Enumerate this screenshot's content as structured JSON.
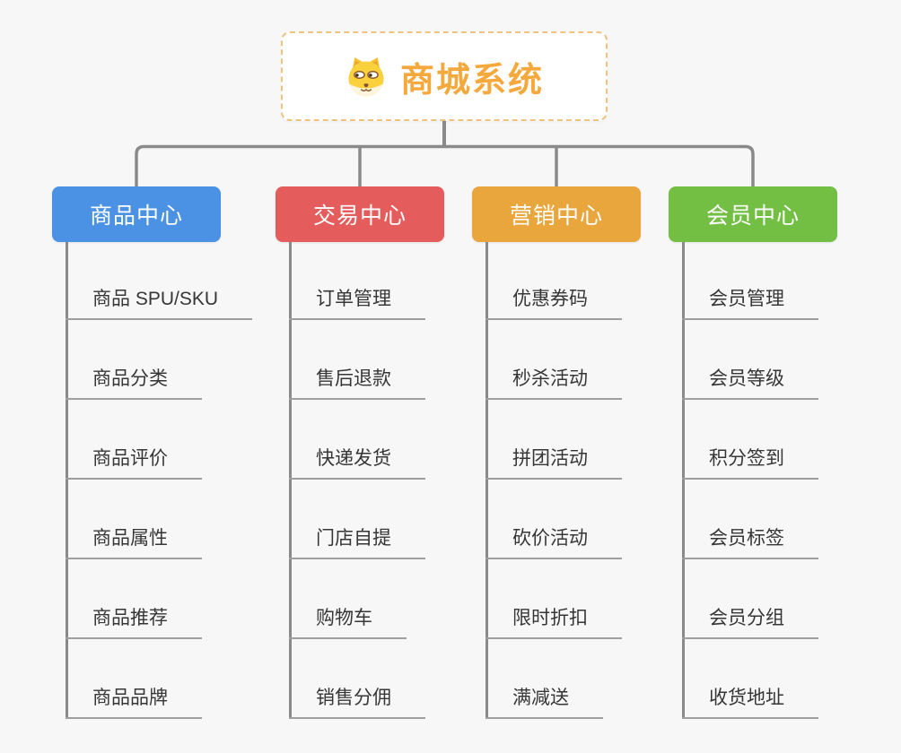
{
  "diagram": {
    "root": {
      "title": "商城系统",
      "icon": "dog-face-icon"
    },
    "branches": [
      {
        "label": "商品中心",
        "color": "#4B92E5",
        "children": [
          "商品 SPU/SKU",
          "商品分类",
          "商品评价",
          "商品属性",
          "商品推荐",
          "商品品牌"
        ]
      },
      {
        "label": "交易中心",
        "color": "#E55C5C",
        "children": [
          "订单管理",
          "售后退款",
          "快递发货",
          "门店自提",
          "购物车",
          "销售分佣"
        ]
      },
      {
        "label": "营销中心",
        "color": "#E9A63C",
        "children": [
          "优惠券码",
          "秒杀活动",
          "拼团活动",
          "砍价活动",
          "限时折扣",
          "满减送"
        ]
      },
      {
        "label": "会员中心",
        "color": "#72BF44",
        "children": [
          "会员管理",
          "会员等级",
          "积分签到",
          "会员标签",
          "会员分组",
          "收货地址"
        ]
      }
    ],
    "colors": {
      "background": "#F7F7F7",
      "connector": "#8A8A8A",
      "underline": "#9E9E9E",
      "root_border": "#F1C27E",
      "root_title": "#F5A83C",
      "leaf_text": "#363636"
    }
  }
}
